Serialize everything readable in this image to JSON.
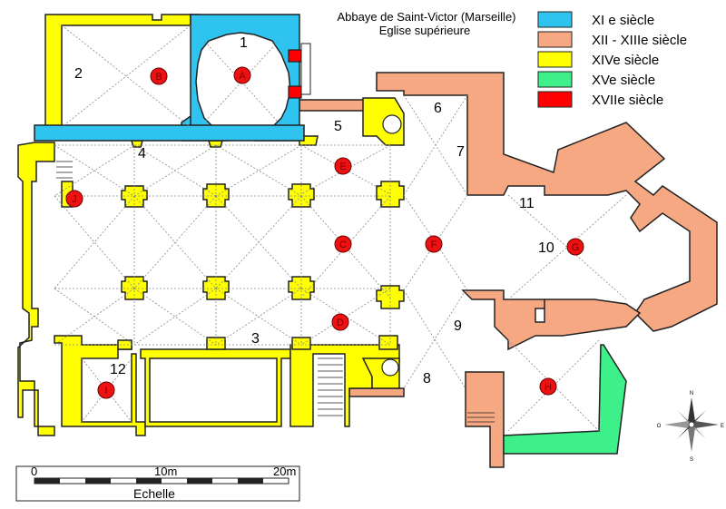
{
  "title": {
    "line1": "Abbaye de Saint-Victor (Marseille)",
    "line2": "Eglise supérieure"
  },
  "legend": [
    {
      "label": "XI e siècle",
      "color": "#2ec4ef"
    },
    {
      "label": "XII - XIIIe siècle",
      "color": "#f6a882"
    },
    {
      "label": "XIVe siècle",
      "color": "#ffff00"
    },
    {
      "label": "XVe siècle",
      "color": "#3ef08a"
    },
    {
      "label": "XVIIe siècle",
      "color": "#ff0000"
    }
  ],
  "room_numbers": [
    "1",
    "2",
    "3",
    "4",
    "5",
    "6",
    "7",
    "8",
    "9",
    "10",
    "11",
    "12"
  ],
  "markers": [
    "A",
    "B",
    "C",
    "D",
    "E",
    "F",
    "G",
    "H",
    "I",
    "J"
  ],
  "scale": {
    "ticks": [
      "0",
      "10m",
      "20m"
    ],
    "label": "Echelle"
  },
  "compass": {
    "labels": [
      "N",
      "E",
      "S",
      "O"
    ]
  },
  "colors": {
    "wall_dark": "#222222",
    "floor": "#ffffff",
    "marker": "#ee1111"
  }
}
